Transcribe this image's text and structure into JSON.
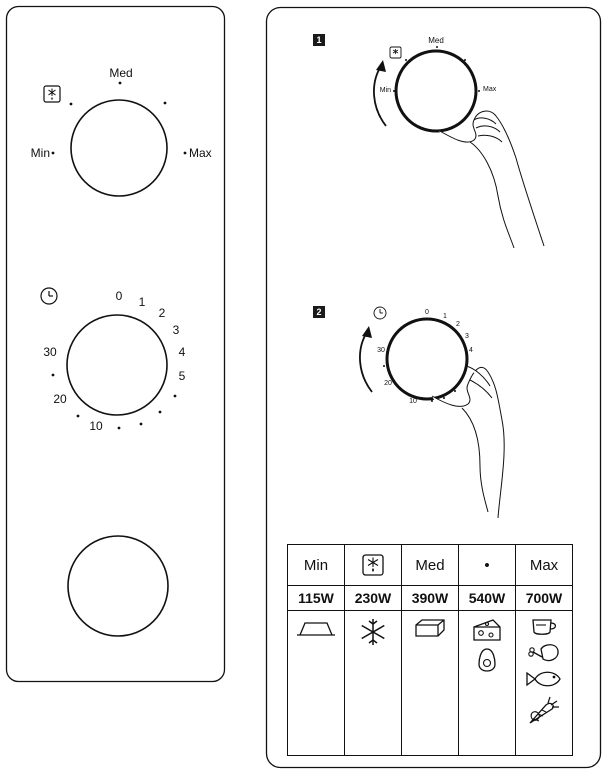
{
  "power_dial": {
    "min_label": "Min",
    "med_label": "Med",
    "max_label": "Max"
  },
  "timer_dial": {
    "numbers": [
      "0",
      "1",
      "2",
      "3",
      "4",
      "5",
      "10",
      "20",
      "30"
    ]
  },
  "step1": {
    "number": "1",
    "min_label": "Min",
    "med_label": "Med",
    "max_label": "Max"
  },
  "step2": {
    "number": "2",
    "numbers": [
      "0",
      "1",
      "2",
      "3",
      "4",
      "10",
      "20",
      "30"
    ]
  },
  "power_table": {
    "headers": [
      "Min",
      "",
      "Med",
      "•",
      "Max"
    ],
    "watts": [
      "115W",
      "230W",
      "390W",
      "540W",
      "700W"
    ],
    "header_icons": [
      "",
      "defrost-icon",
      "",
      "",
      ""
    ],
    "food_icons": [
      [
        "keep-warm-dish-icon"
      ],
      [
        "snowflake-icon"
      ],
      [
        "butter-block-icon"
      ],
      [
        "cheese-icon",
        "egg-icon"
      ],
      [
        "cup-icon",
        "chicken-leg-icon",
        "fish-icon",
        "vegetables-icon"
      ]
    ]
  }
}
